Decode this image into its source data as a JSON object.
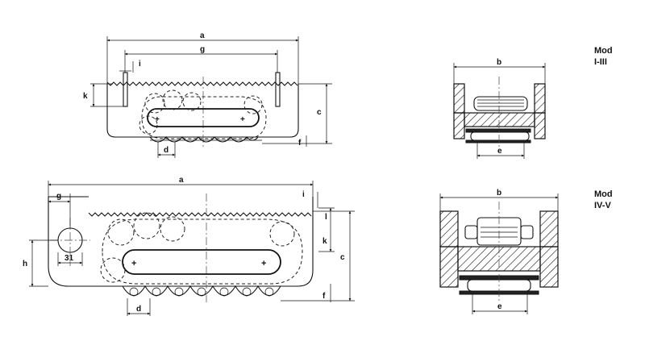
{
  "top_side_view": {
    "dim_a": "a",
    "dim_g": "g",
    "dim_i": "i",
    "dim_k": "k",
    "dim_c": "c",
    "dim_f": "f",
    "dim_d": "d"
  },
  "bottom_side_view": {
    "dim_a": "a",
    "dim_g": "g",
    "dim_i": "i",
    "dim_h": "h",
    "dim_31": "31",
    "dim_k": "k",
    "dim_l": "l",
    "dim_c": "c",
    "dim_f": "f",
    "dim_d": "d"
  },
  "section_top": {
    "dim_b": "b",
    "dim_e": "e",
    "model_line1": "Mod",
    "model_line2": "I-III"
  },
  "section_bottom": {
    "dim_b": "b",
    "dim_e": "e",
    "model_line1": "Mod",
    "model_line2": "IV-V"
  }
}
